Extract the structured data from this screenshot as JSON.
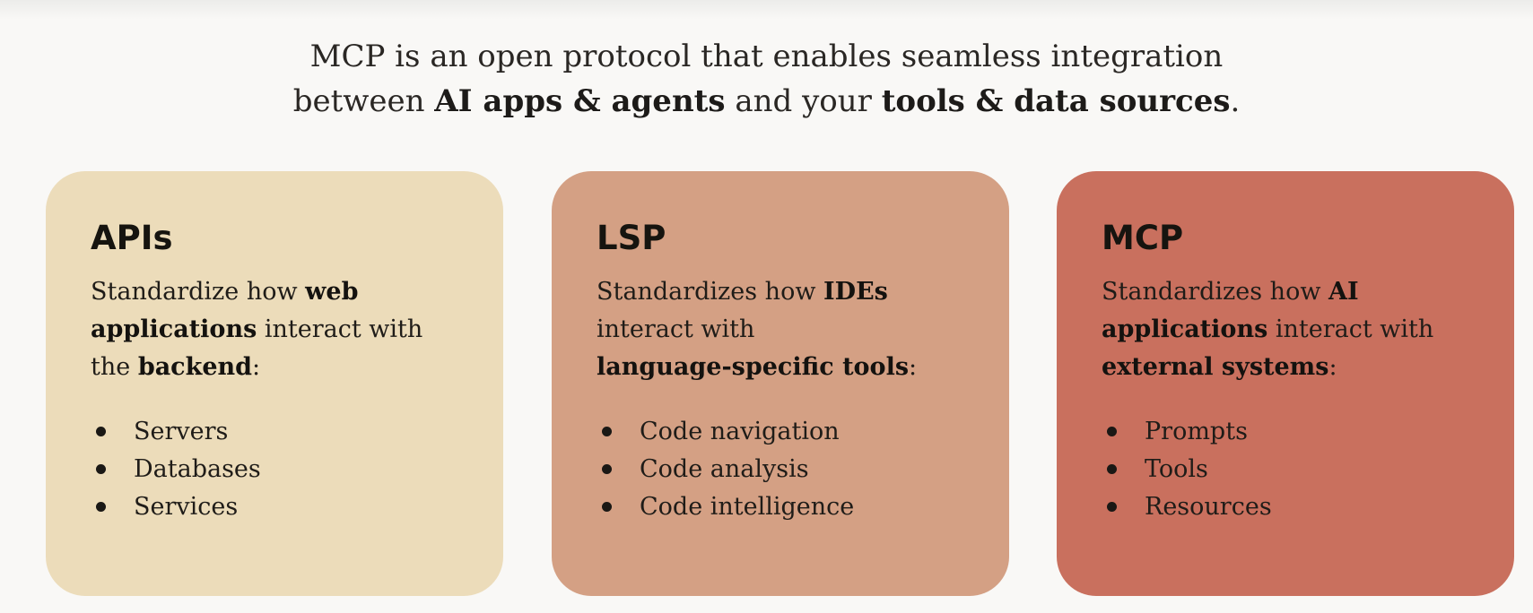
{
  "intro": {
    "line1": "MCP is an open protocol that enables seamless integration",
    "line2_a": "between ",
    "line2_b": "AI apps & agents",
    "line2_c": " and your ",
    "line2_d": "tools & data sources",
    "line2_e": "."
  },
  "cards": [
    {
      "title": "APIs",
      "desc": [
        {
          "text": "Standardize how ",
          "bold": false
        },
        {
          "text": "web applications",
          "bold": true
        },
        {
          "text": " interact with the ",
          "bold": false
        },
        {
          "text": "backend",
          "bold": true
        },
        {
          "text": ":",
          "bold": false
        }
      ],
      "items": [
        "Servers",
        "Databases",
        "Services"
      ]
    },
    {
      "title": "LSP",
      "desc": [
        {
          "text": "Standardizes how ",
          "bold": false
        },
        {
          "text": "IDEs",
          "bold": true
        },
        {
          "text": " interact with ",
          "bold": false
        },
        {
          "text": "language-specific tools",
          "bold": true
        },
        {
          "text": ":",
          "bold": false
        }
      ],
      "items": [
        "Code navigation",
        "Code analysis",
        "Code intelligence"
      ]
    },
    {
      "title": "MCP",
      "desc": [
        {
          "text": "Standardizes how ",
          "bold": false
        },
        {
          "text": "AI applications",
          "bold": true
        },
        {
          "text": " interact with ",
          "bold": false
        },
        {
          "text": "external systems",
          "bold": true
        },
        {
          "text": ":",
          "bold": false
        }
      ],
      "items": [
        "Prompts",
        "Tools",
        "Resources"
      ]
    }
  ],
  "colors": {
    "background": "#f9f8f6",
    "apis_card": "#ecdcba",
    "lsp_card": "#d4a084",
    "mcp_card": "#c9705e"
  }
}
